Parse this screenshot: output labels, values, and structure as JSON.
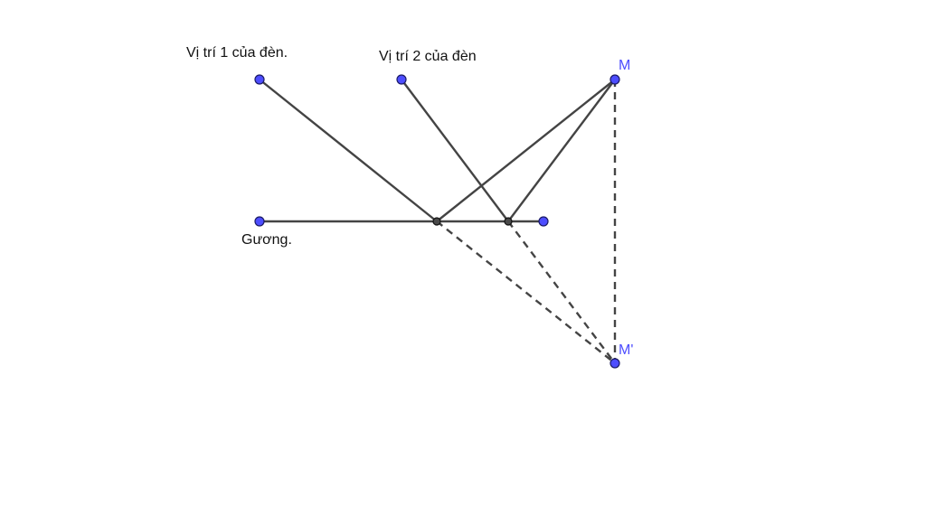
{
  "labels": {
    "lamp1": "Vị trí 1 của đèn.",
    "lamp2": "Vị trí 2 của đèn",
    "mirror": "Gương.",
    "point_m": "M",
    "point_m_prime": "M'"
  },
  "colors": {
    "point_fill": "#4d4dff",
    "point_label": "#4d4dff",
    "incidence_fill": "#4a4a4a",
    "line": "#444444"
  }
}
